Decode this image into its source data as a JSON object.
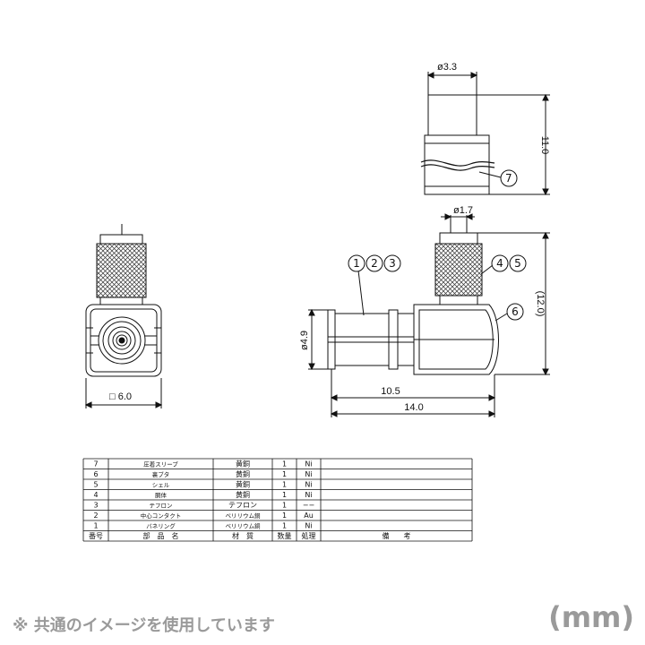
{
  "dims": {
    "d33": "ø3.3",
    "l110": "11.0",
    "d17": "ø1.7",
    "l120": "(12.0)",
    "d49": "ø4.9",
    "l105": "10.5",
    "l140": "14.0",
    "sq60": "□ 6.0"
  },
  "callouts": {
    "c7": "7",
    "c123": [
      "1",
      "2",
      "3"
    ],
    "c45": [
      "4",
      "5"
    ],
    "c6": "6"
  },
  "parts_table": {
    "rows": [
      {
        "no": "7",
        "name": "圧着スリーブ",
        "material": "黄銅",
        "qty": "1",
        "finish": "Ni",
        "remarks": ""
      },
      {
        "no": "6",
        "name": "裏ブタ",
        "material": "黄銅",
        "qty": "1",
        "finish": "Ni",
        "remarks": ""
      },
      {
        "no": "5",
        "name": "シェル",
        "material": "黄銅",
        "qty": "1",
        "finish": "Ni",
        "remarks": ""
      },
      {
        "no": "4",
        "name": "胴体",
        "material": "黄銅",
        "qty": "1",
        "finish": "Ni",
        "remarks": ""
      },
      {
        "no": "3",
        "name": "テフロン",
        "material": "テフロン",
        "qty": "1",
        "finish": "−−",
        "remarks": ""
      },
      {
        "no": "2",
        "name": "中心コンタクト",
        "material": "ベリリウム銅",
        "qty": "1",
        "finish": "Au",
        "remarks": ""
      },
      {
        "no": "1",
        "name": "バネリング",
        "material": "ベリリウム銅",
        "qty": "1",
        "finish": "Ni",
        "remarks": ""
      }
    ],
    "header": {
      "no": "番号",
      "name": "部　品　名",
      "material": "材　質",
      "qty": "数量",
      "finish": "処理",
      "remarks": "備　　考"
    }
  },
  "footer": {
    "note": "※ 共通のイメージを使用しています",
    "unit": "(mm)"
  }
}
